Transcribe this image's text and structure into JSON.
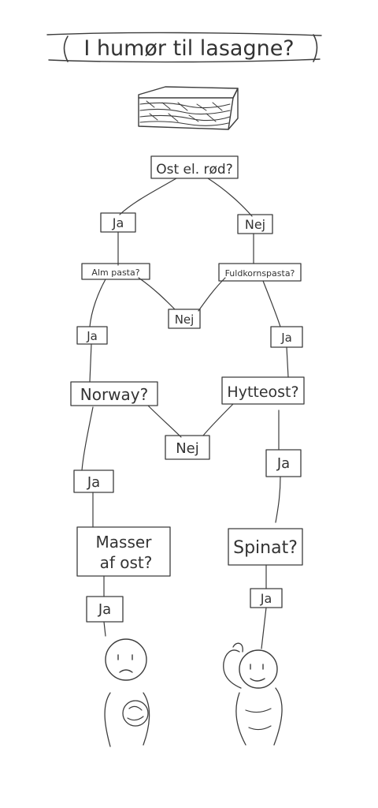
{
  "title": "I humør til lasagne?",
  "nodes": {
    "q1": "Ost el. rød?",
    "q1_yes": "Ja",
    "q1_no": "Nej",
    "q2_left": "Alm pasta?",
    "q2_right": "Fuldkornspasta?",
    "q2_merge": "Nej",
    "q2_left_yes": "Ja",
    "q2_right_yes": "Ja",
    "q3_left": "Norway?",
    "q3_right": "Hytteost?",
    "q3_merge": "Nej",
    "q3_left_yes": "Ja",
    "q3_right_yes": "Ja",
    "q4_left_line1": "Masser",
    "q4_left_line2": "af ost?",
    "q4_right": "Spinat?",
    "q4_left_yes": "Ja",
    "q4_right_yes": "Ja"
  },
  "figures": {
    "left_icon": "sad-person-icon",
    "right_icon": "strong-person-icon",
    "food_icon": "lasagna-icon"
  },
  "colors": {
    "ink": "#3c3c3c",
    "paper": "#ffffff"
  }
}
